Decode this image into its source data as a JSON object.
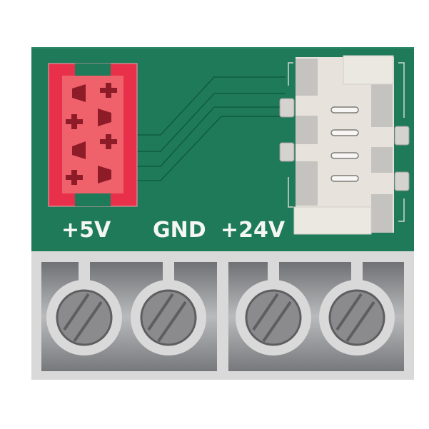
{
  "board": {
    "pcb_color": "#1f7a5a",
    "labels": [
      {
        "id": "plus5v",
        "text": "+5V"
      },
      {
        "id": "gnd",
        "text": "GND"
      },
      {
        "id": "plus24v",
        "text": "+24V"
      }
    ]
  },
  "connectors": {
    "left": {
      "name": "red 4-pin header",
      "color": "#e8304a",
      "pins": 4
    },
    "right": {
      "name": "white 4-pin JST connector",
      "color": "#e8e4de",
      "pins": 4
    }
  },
  "terminal_block": {
    "screws": 4,
    "color": "#d9d9d9"
  }
}
